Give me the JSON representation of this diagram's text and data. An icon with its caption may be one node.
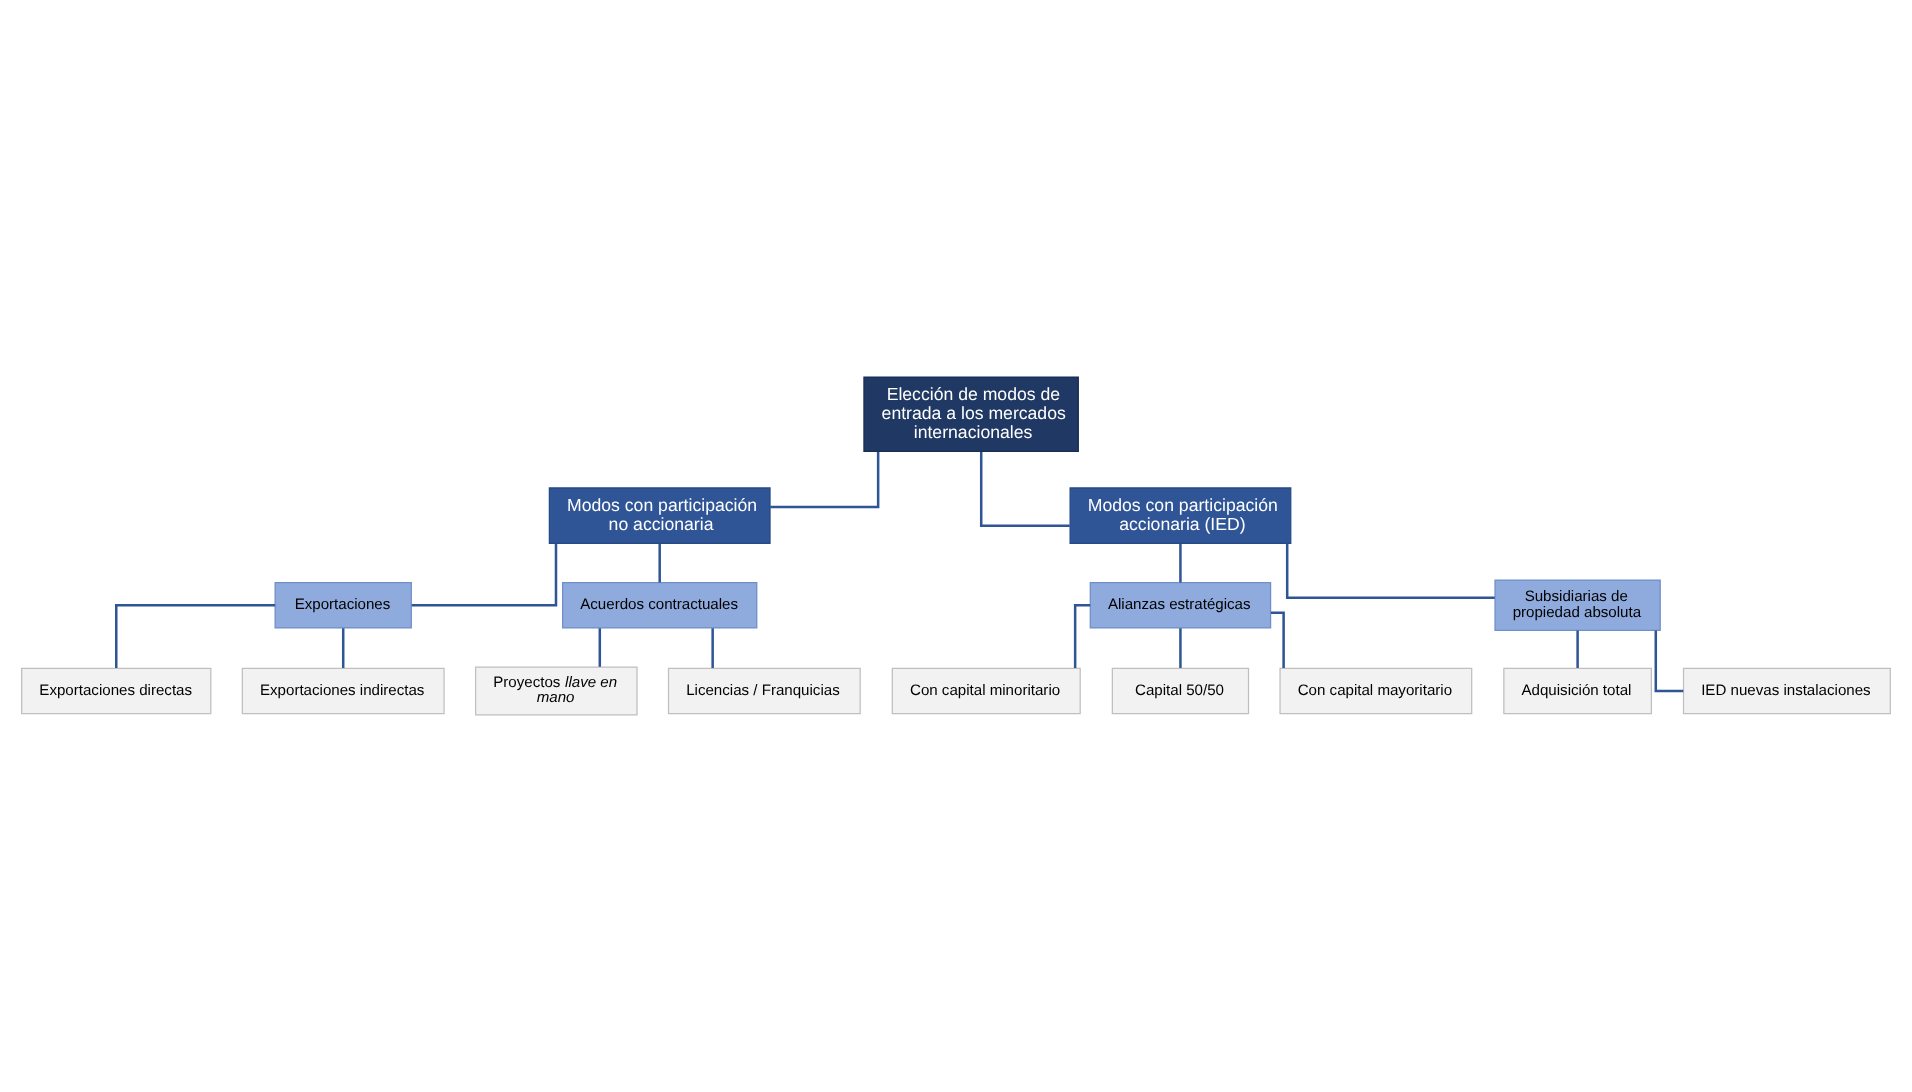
{
  "diagram": {
    "nodes": [
      {
        "text": [
          "Elección de modos de entrada a los mercados internacionales"
        ]
      },
      {
        "text": [
          "Modos con participación no accionaria"
        ]
      },
      {
        "text": [
          "Modos con participación accionaria (IED)"
        ]
      },
      {
        "text": [
          "Exportaciones"
        ]
      },
      {
        "text": [
          "Acuerdos contractuales"
        ]
      },
      {
        "text": [
          "Exportaciones directas"
        ]
      },
      {
        "text": [
          "Exportaciones indirectas"
        ]
      },
      {
        "text": [
          "Proyectos *llave en mano*"
        ]
      },
      {
        "text": [
          "Licencias / Franquicias"
        ]
      },
      {
        "text": [
          "Alianzas estratégicas"
        ]
      },
      {
        "text": [
          "Subsidiarias de propiedad absoluta"
        ]
      },
      {
        "text": [
          "Con capital minoritario"
        ]
      },
      {
        "text": [
          "Capital 50/50"
        ]
      },
      {
        "text": [
          "Con capital mayoritario"
        ]
      },
      {
        "text": [
          "Adquisición total"
        ]
      },
      {
        "text": [
          "IED nuevas instalaciones"
        ]
      }
    ],
    "edges": [
      {
        "from": 0,
        "to": 1,
        "arrow": "none"
      },
      {
        "from": 0,
        "to": 2,
        "arrow": "none"
      },
      {
        "from": 1,
        "to": 3,
        "arrow": "none"
      },
      {
        "from": 1,
        "to": 4,
        "arrow": "none"
      },
      {
        "from": 2,
        "to": 9,
        "arrow": "none"
      },
      {
        "from": 2,
        "to": 10,
        "arrow": "none"
      },
      {
        "from": 3,
        "to": 5,
        "arrow": "none"
      },
      {
        "from": 3,
        "to": 6,
        "arrow": "none"
      },
      {
        "from": 4,
        "to": 7,
        "arrow": "none"
      },
      {
        "from": 4,
        "to": 8,
        "arrow": "none"
      },
      {
        "from": 9,
        "to": 11,
        "arrow": "none"
      },
      {
        "from": 9,
        "to": 12,
        "arrow": "none"
      },
      {
        "from": 9,
        "to": 13,
        "arrow": "none"
      },
      {
        "from": 10,
        "to": 14,
        "arrow": "none"
      },
      {
        "from": 10,
        "to": 15,
        "arrow": "none"
      }
    ]
  }
}
